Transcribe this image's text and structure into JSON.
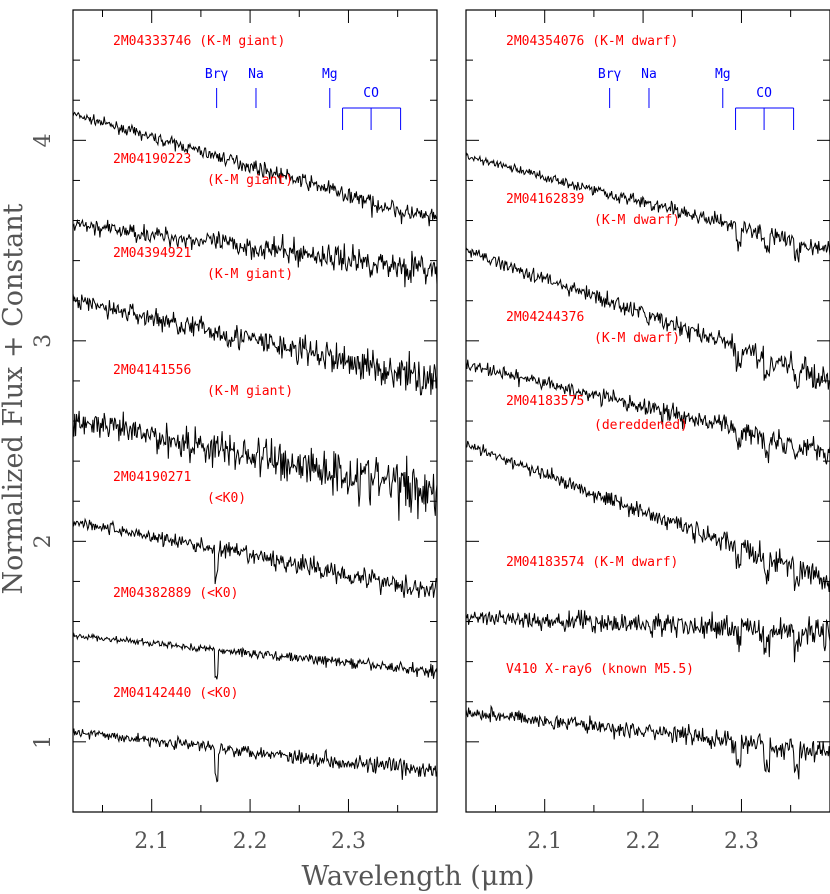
{
  "chart_data": {
    "type": "line",
    "xlabel": "Wavelength (μm)",
    "ylabel": "Normalized Flux + Constant",
    "xlim": [
      2.02,
      2.39
    ],
    "ylim": [
      0.65,
      4.65
    ],
    "x_ticks": [
      "2.1",
      "2.2",
      "2.3"
    ],
    "y_ticks": [
      "1",
      "2",
      "3",
      "4"
    ],
    "colors": {
      "spectrum": "#000000",
      "label": "#ff0000",
      "line_marker": "#0000ff",
      "axis_text": "#555555"
    },
    "line_markers": [
      {
        "label": "Brγ",
        "x": 2.166
      },
      {
        "label": "Na",
        "x": 2.206
      },
      {
        "label": "Mg",
        "x": 2.281
      },
      {
        "label": "CO",
        "x": [
          2.294,
          2.323,
          2.353
        ]
      }
    ],
    "panels": [
      {
        "name": "left",
        "series": [
          {
            "name": "2M04333746",
            "type_label": "(K-M giant)",
            "start": 4.13,
            "end": 3.6,
            "noise": 0.03,
            "features": "co_weak"
          },
          {
            "name": "2M04190223",
            "type_label": "(K-M giant)",
            "start": 3.58,
            "end": 3.35,
            "noise": 0.05,
            "features": "none"
          },
          {
            "name": "2M04394921",
            "type_label": "(K-M giant)",
            "start": 3.2,
            "end": 2.8,
            "noise": 0.06,
            "features": "none"
          },
          {
            "name": "2M04141556",
            "type_label": "(K-M giant)",
            "start": 2.6,
            "end": 2.25,
            "noise": 0.09,
            "features": "none"
          },
          {
            "name": "2M04190271",
            "type_label": "(<K0)",
            "start": 2.1,
            "end": 1.75,
            "noise": 0.04,
            "features": "brg"
          },
          {
            "name": "2M04382889",
            "type_label": "(<K0)",
            "start": 1.53,
            "end": 1.35,
            "noise": 0.02,
            "features": "brg"
          },
          {
            "name": "2M04142440",
            "type_label": "(<K0)",
            "start": 1.05,
            "end": 0.85,
            "noise": 0.03,
            "features": "brg"
          }
        ]
      },
      {
        "name": "right",
        "series": [
          {
            "name": "2M04354076",
            "type_label": "(K-M dwarf)",
            "start": 3.92,
            "end": 3.45,
            "noise": 0.03,
            "features": "co"
          },
          {
            "name": "2M04162839",
            "type_label": "(K-M dwarf)",
            "start": 3.45,
            "end": 2.8,
            "noise": 0.04,
            "features": "co"
          },
          {
            "name": "2M04244376",
            "type_label": "(K-M dwarf)",
            "start": 2.88,
            "end": 2.45,
            "noise": 0.04,
            "features": "co"
          },
          {
            "name": "2M04183575",
            "type_label": "(dereddened)",
            "start": 2.48,
            "end": 1.8,
            "noise": 0.04,
            "features": "co"
          },
          {
            "name": "2M04183574",
            "type_label": "(K-M dwarf)",
            "start": 1.62,
            "end": 1.55,
            "noise": 0.05,
            "features": "co"
          },
          {
            "name": "V410 X-ray6",
            "type_label": "(known M5.5)",
            "start": 1.15,
            "end": 0.95,
            "noise": 0.04,
            "features": "co_strong"
          }
        ]
      }
    ]
  }
}
